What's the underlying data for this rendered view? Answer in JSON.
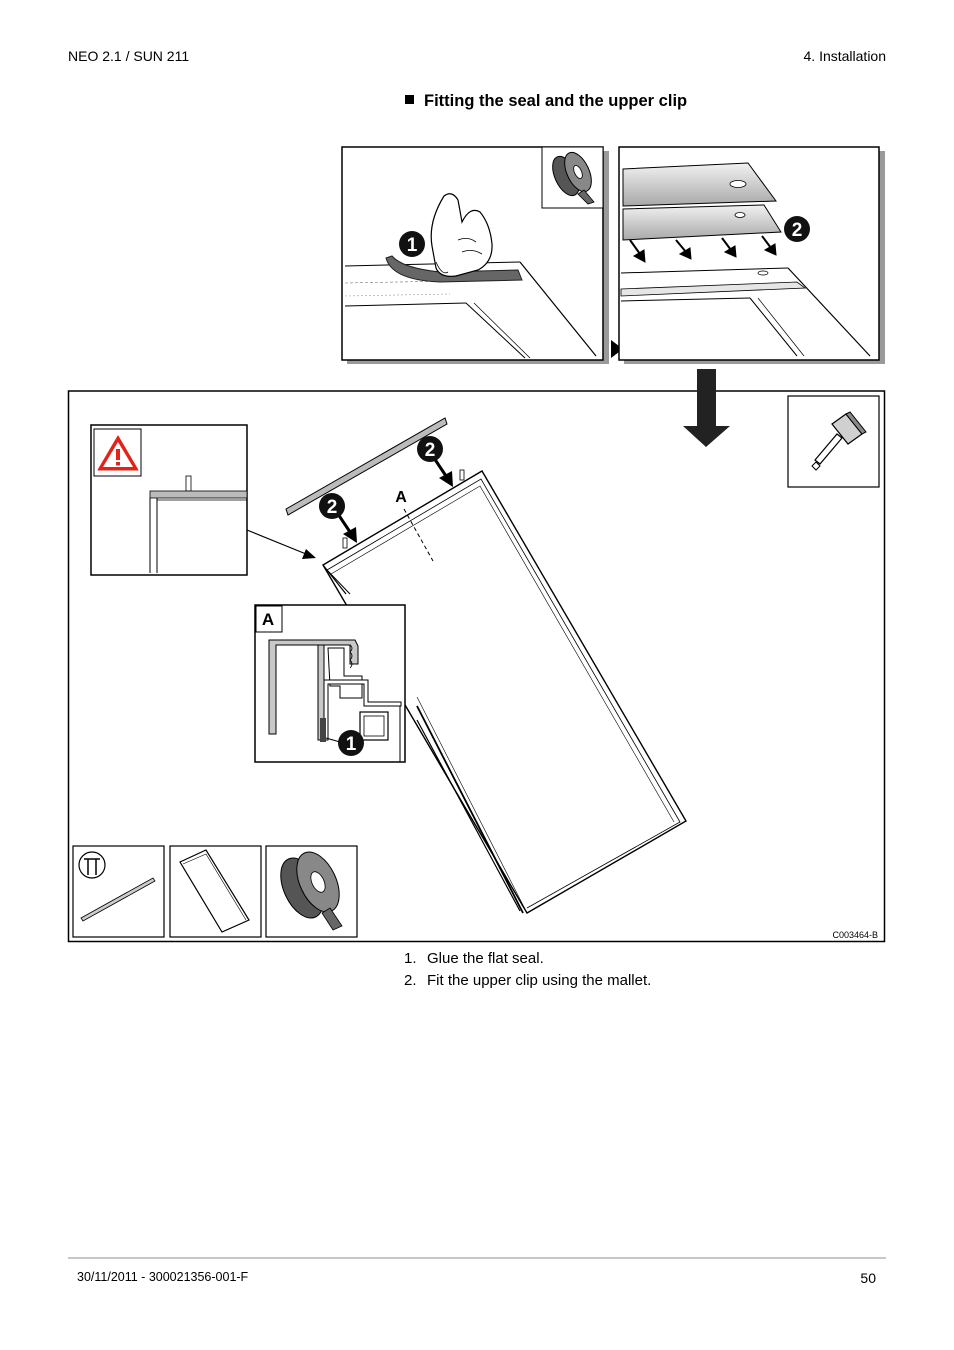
{
  "header": {
    "product": "NEO 2.1 / SUN 211",
    "chapter": "4.  Installation"
  },
  "section": {
    "title": "Fitting the seal and the upper clip"
  },
  "figure": {
    "callouts": [
      "1",
      "2",
      "2",
      "2",
      "1"
    ],
    "detail_label": "A",
    "drawing_code": "C003464-B",
    "icons": [
      "seal-roll-icon",
      "warning-icon",
      "mallet-icon",
      "clip-bar-icon",
      "panel-icon",
      "tape-roll-icon"
    ],
    "warning_color": "#e2231a"
  },
  "steps": [
    {
      "num": "1.",
      "text": "Glue the flat seal."
    },
    {
      "num": "2.",
      "text": "Fit the upper clip using the mallet."
    }
  ],
  "footer": {
    "doc_ref": "30/11/2011  - 300021356-001-F",
    "page": "50"
  }
}
